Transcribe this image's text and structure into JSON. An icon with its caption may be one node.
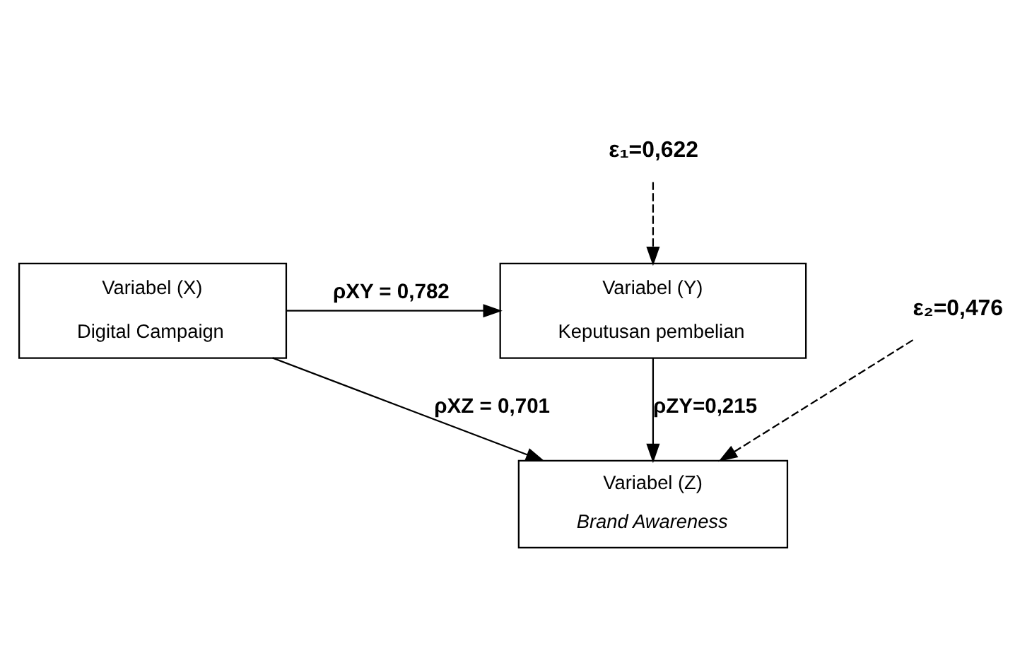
{
  "diagram": {
    "nodes": [
      {
        "text": [
          "ε₁=0,622"
        ]
      },
      {
        "text": [
          "Variabel (X)",
          "Digital Campaign"
        ]
      },
      {
        "text": [
          "Variabel (Y)",
          "Keputusan pembelian"
        ]
      },
      {
        "text": [
          "ε₂=0,476"
        ]
      },
      {
        "text": [
          "Variabel (Z)",
          "Brand Awareness"
        ]
      }
    ],
    "edges": [
      {
        "from": 0,
        "to": 2,
        "arrow": "to",
        "style": "dashed"
      },
      {
        "from": 1,
        "to": 2,
        "arrow": "to",
        "label": "ρXY = 0,782"
      },
      {
        "from": 3,
        "to": 4,
        "arrow": "to",
        "style": "dashed"
      },
      {
        "from": 1,
        "to": 4,
        "arrow": "to",
        "label": "ρXZ = 0,701"
      },
      {
        "from": 2,
        "to": 4,
        "arrow": "to",
        "label": "ρZY=0,215"
      }
    ]
  }
}
